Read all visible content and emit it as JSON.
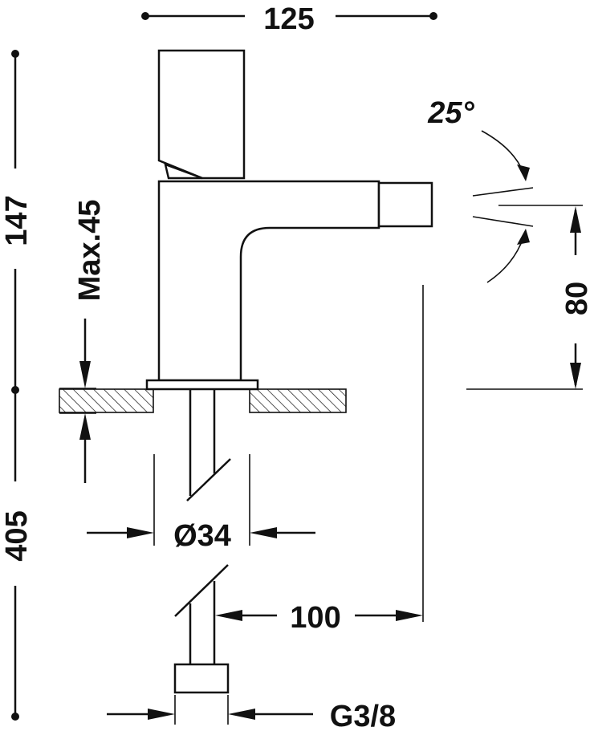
{
  "dimensions": {
    "width_top": "125",
    "height_total": "147",
    "max_deck": "Max.45",
    "pipe_length": "405",
    "angle": "25°",
    "outlet_height": "80",
    "diameter": "Ø34",
    "reach": "100",
    "thread": "G3/8"
  }
}
